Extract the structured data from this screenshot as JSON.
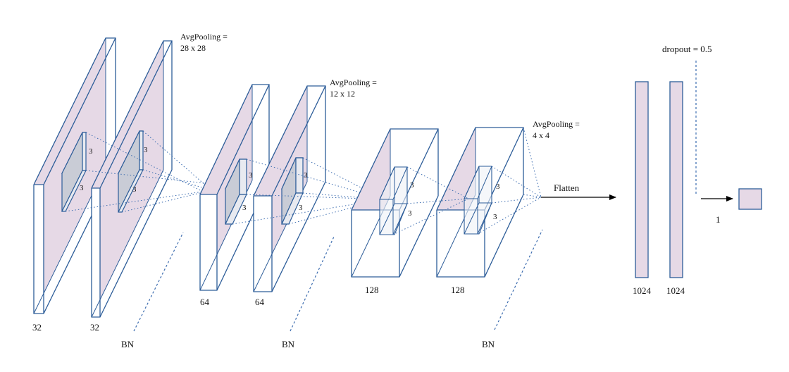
{
  "layers": {
    "conv1": {
      "filters": "32",
      "kernel_h": "3",
      "kernel_w": "3"
    },
    "conv2": {
      "filters": "32",
      "kernel_h": "3",
      "kernel_w": "3"
    },
    "pool1": "AvgPooling =",
    "pool1_size": "28 x 28",
    "bn1": "BN",
    "conv3": {
      "filters": "64",
      "kernel_h": "3",
      "kernel_w": "3"
    },
    "conv4": {
      "filters": "64",
      "kernel_h": "3",
      "kernel_w": "3"
    },
    "pool2": "AvgPooling =",
    "pool2_size": "12 x 12",
    "bn2": "BN",
    "conv5": {
      "filters": "128",
      "kernel_h": "3",
      "kernel_w": "3"
    },
    "conv6": {
      "filters": "128",
      "kernel_h": "3",
      "kernel_w": "3"
    },
    "pool3": "AvgPooling =",
    "pool3_size": "4 x 4",
    "bn3": "BN",
    "flatten": "Flatten",
    "dense1": "1024",
    "dense2": "1024",
    "dropout": "dropout = 0.5",
    "output": "1"
  },
  "colors": {
    "volume_fill": "#e6d9e6",
    "edge": "#2d5d99",
    "connector": "#3d6db0"
  }
}
